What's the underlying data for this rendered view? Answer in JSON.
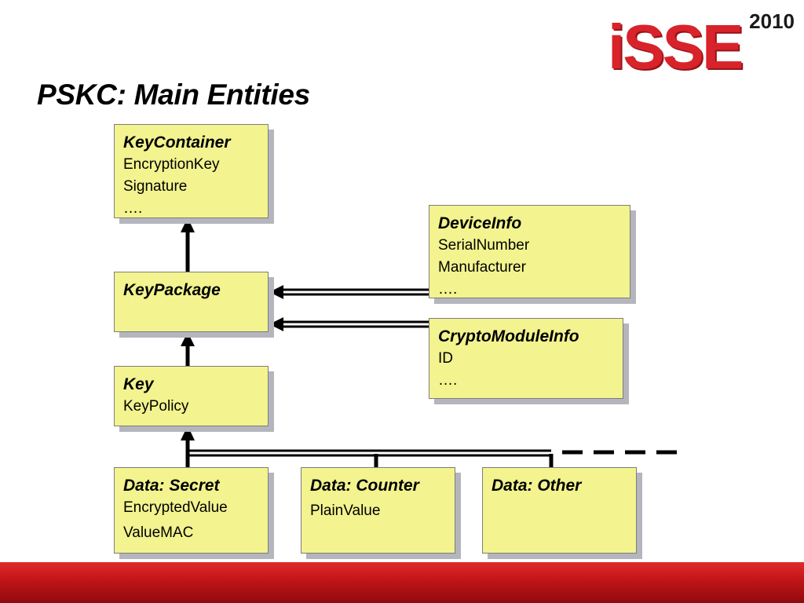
{
  "slide": {
    "title": "PSKC: Main Entities"
  },
  "logo": {
    "word": "iSSE",
    "year": "2010"
  },
  "colors": {
    "box_fill": "#f3f38f",
    "box_shadow": "#b5b5bd",
    "footer_red": "#c01418"
  },
  "entities": {
    "key_container": {
      "name": "KeyContainer",
      "attrs": [
        "EncryptionKey",
        "Signature",
        "…."
      ]
    },
    "key_package": {
      "name": "KeyPackage",
      "attrs": []
    },
    "key": {
      "name": "Key",
      "attrs": [
        "KeyPolicy"
      ]
    },
    "device_info": {
      "name": "DeviceInfo",
      "attrs": [
        "SerialNumber",
        "Manufacturer",
        "…."
      ]
    },
    "crypto_module_info": {
      "name": "CryptoModuleInfo",
      "attrs": [
        "ID",
        "…."
      ]
    },
    "data_secret": {
      "name": "Data: Secret",
      "attrs": [
        "EncryptedValue",
        "ValueMAC"
      ]
    },
    "data_counter": {
      "name": "Data: Counter",
      "attrs": [
        "PlainValue"
      ]
    },
    "data_other": {
      "name": "Data: Other",
      "attrs": []
    }
  }
}
